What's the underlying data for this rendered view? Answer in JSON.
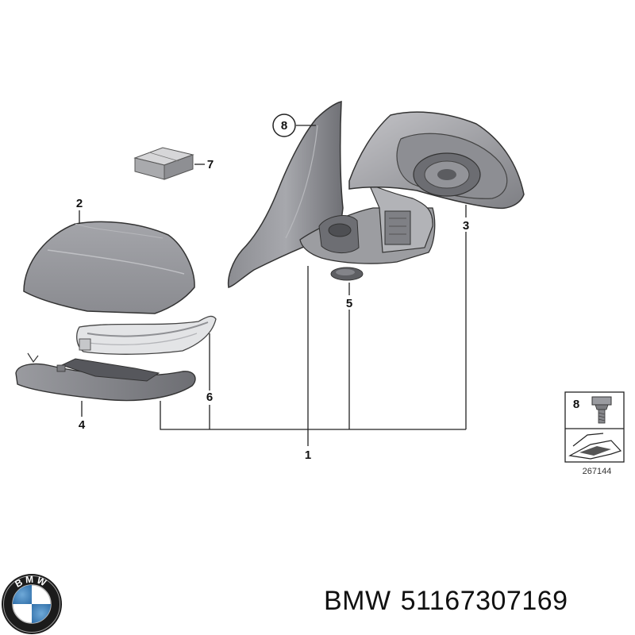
{
  "callouts": {
    "c1": "1",
    "c2": "2",
    "c3": "3",
    "c4": "4",
    "c5": "5",
    "c6": "6",
    "c7": "7",
    "c8": "8"
  },
  "inset": {
    "part_label": "8",
    "reference_number": "267144"
  },
  "logo": {
    "name": "bmw-logo",
    "lettering": "BMW"
  },
  "caption": {
    "brand": "BMW",
    "part_number": "51167307169"
  }
}
